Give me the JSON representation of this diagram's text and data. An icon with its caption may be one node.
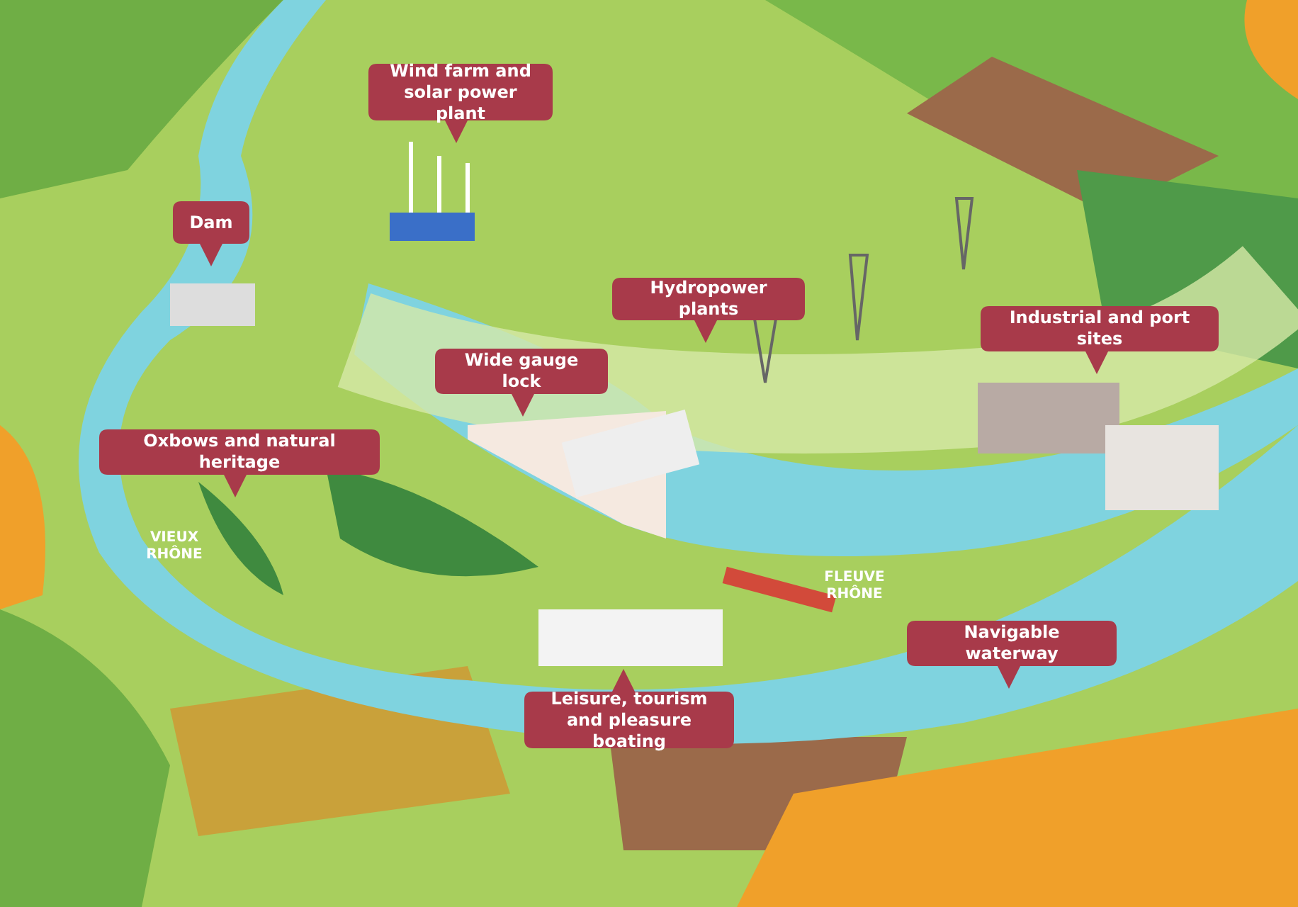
{
  "diagram": {
    "nodes": [
      {
        "text": [
          "Wind farm and solar power plant"
        ]
      },
      {
        "text": [
          "Dam"
        ]
      },
      {
        "text": [
          "Hydropower plants"
        ]
      },
      {
        "text": [
          "Industrial and port sites"
        ]
      },
      {
        "text": [
          "Wide gauge lock"
        ]
      },
      {
        "text": [
          "Oxbows and natural heritage"
        ]
      },
      {
        "text": [
          "Navigable waterway"
        ]
      },
      {
        "text": [
          "Leisure, tourism and pleasure boating"
        ]
      }
    ],
    "edges": [],
    "labels": [
      "VIEUX RHÔNE",
      "FLEUVE RHÔNE"
    ]
  }
}
